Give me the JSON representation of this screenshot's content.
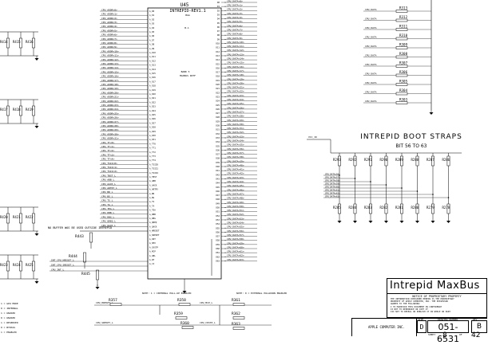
{
  "chip": {
    "refdes": "U45",
    "part": "INTREPID-REV1.1",
    "package": "BGA",
    "center_ref": "B-1",
    "bank_label": "BANK 5",
    "bank_sub": "MAXBUS INTF",
    "pins_left": [
      "A_D0",
      "A_D1",
      "A_D2",
      "A_D3",
      "A_D4",
      "A_D5",
      "A_D6",
      "A_D7",
      "A_D8",
      "A_D9",
      "A_D10",
      "A_D11",
      "A_D12",
      "A_D13",
      "A_D14",
      "A_D15",
      "A_D16",
      "A_D17",
      "A_D18",
      "A_D19",
      "A_D20",
      "A_D21",
      "A_D22",
      "A_D23",
      "A_D24",
      "A_D25",
      "A_D26",
      "A_D27",
      "A_D28",
      "A_D29",
      "A_D30",
      "A_D31",
      "A_TT0",
      "A_TT1",
      "A_TT2",
      "A_TT3",
      "A_TT4",
      "A_TSIZ0",
      "A_TSIZ1",
      "A_TSIZ2",
      "A_TBST",
      "A_ABB",
      "A_AACK",
      "A_ARTRY",
      "A_BR",
      "A_BG",
      "A_TS",
      "A_TA",
      "A_TEA",
      "A_DBB",
      "A_DBG",
      "A_QREQ",
      "A_QACK",
      "A_HRESET",
      "A_SRESET",
      "A_INT",
      "A_SMI",
      "A_CKSTP",
      "A_MCP",
      "A_GBL",
      "A_WT",
      "A_CI"
    ],
    "pins_right": [
      "D0",
      "D1",
      "D2",
      "D3",
      "D4",
      "D5",
      "D6",
      "D7",
      "D8",
      "D9",
      "D10",
      "D11",
      "D12",
      "D13",
      "D14",
      "D15",
      "D16",
      "D17",
      "D18",
      "D19",
      "D20",
      "D21",
      "D22",
      "D23",
      "D24",
      "D25",
      "D26",
      "D27",
      "D28",
      "D29",
      "D30",
      "D31",
      "D32",
      "D33",
      "D34",
      "D35",
      "D36",
      "D37",
      "D38",
      "D39",
      "D40",
      "D41",
      "D42",
      "D43",
      "D44",
      "D45",
      "D46",
      "D47",
      "D48",
      "D49",
      "D50",
      "D51",
      "D52",
      "D53",
      "D54",
      "D55",
      "D56",
      "D57",
      "D58",
      "D59",
      "D60",
      "D61",
      "D62",
      "D63"
    ]
  },
  "left_net_labels": [
    "CPU_ADDR<0>",
    "CPU_ADDR<1>",
    "CPU_ADDR<2>",
    "CPU_ADDR<3>",
    "CPU_ADDR<4>",
    "CPU_ADDR<5>",
    "CPU_ADDR<6>",
    "CPU_ADDR<7>",
    "CPU_ADDR<8>",
    "CPU_ADDR<9>",
    "CPU_ADDR<10>",
    "CPU_ADDR<11>",
    "CPU_ADDR<12>",
    "CPU_ADDR<13>",
    "CPU_ADDR<14>",
    "CPU_ADDR<15>",
    "CPU_ADDR<16>",
    "CPU_ADDR<17>",
    "CPU_ADDR<18>",
    "CPU_ADDR<19>",
    "CPU_ADDR<20>",
    "CPU_ADDR<21>",
    "CPU_ADDR<22>",
    "CPU_ADDR<23>",
    "CPU_ADDR<24>",
    "CPU_ADDR<25>",
    "CPU_ADDR<26>",
    "CPU_ADDR<27>",
    "CPU_ADDR<28>",
    "CPU_ADDR<29>",
    "CPU_ADDR<30>",
    "CPU_ADDR<31>",
    "CPU_TT<0>",
    "CPU_TT<1>",
    "CPU_TT<2>",
    "CPU_TT<3>",
    "CPU_TT<4>",
    "CPU_TSIZ<0>",
    "CPU_TSIZ<1>",
    "CPU_TSIZ<2>",
    "CPU_TBST_L",
    "CPU_ABB_L",
    "CPU_AACK_L",
    "CPU_ARTRY_L",
    "CPU_BR_L",
    "CPU_BG_L",
    "CPU_TS_L",
    "CPU_TA_L",
    "CPU_TEA_L",
    "CPU_DBB_L",
    "CPU_DBG_L",
    "CPU_QREQ_L",
    "CPU_QACK_L"
  ],
  "right_net_labels": [
    "CPU_DATA<0>",
    "CPU_DATA<1>",
    "CPU_DATA<2>",
    "CPU_DATA<3>",
    "CPU_DATA<4>",
    "CPU_DATA<5>",
    "CPU_DATA<6>",
    "CPU_DATA<7>",
    "CPU_DATA<8>",
    "CPU_DATA<9>",
    "CPU_DATA<10>",
    "CPU_DATA<11>",
    "CPU_DATA<12>",
    "CPU_DATA<13>",
    "CPU_DATA<14>",
    "CPU_DATA<15>",
    "CPU_DATA<16>",
    "CPU_DATA<17>",
    "CPU_DATA<18>",
    "CPU_DATA<19>",
    "CPU_DATA<20>",
    "CPU_DATA<21>",
    "CPU_DATA<22>",
    "CPU_DATA<23>",
    "CPU_DATA<24>",
    "CPU_DATA<25>",
    "CPU_DATA<26>",
    "CPU_DATA<27>",
    "CPU_DATA<28>",
    "CPU_DATA<29>",
    "CPU_DATA<30>",
    "CPU_DATA<31>",
    "CPU_DATA<32>",
    "CPU_DATA<33>",
    "CPU_DATA<34>",
    "CPU_DATA<35>",
    "CPU_DATA<36>",
    "CPU_DATA<37>",
    "CPU_DATA<38>",
    "CPU_DATA<39>",
    "CPU_DATA<40>",
    "CPU_DATA<41>",
    "CPU_DATA<42>",
    "CPU_DATA<43>",
    "CPU_DATA<44>",
    "CPU_DATA<45>",
    "CPU_DATA<46>",
    "CPU_DATA<47>",
    "CPU_DATA<48>",
    "CPU_DATA<49>",
    "CPU_DATA<50>",
    "CPU_DATA<51>",
    "CPU_DATA<52>",
    "CPU_DATA<53>",
    "CPU_DATA<54>",
    "CPU_DATA<55>",
    "CPU_DATA<56>",
    "CPU_DATA<57>",
    "CPU_DATA<58>",
    "CPU_DATA<59>",
    "CPU_DATA<60>",
    "CPU_DATA<61>",
    "CPU_DATA<62>",
    "CPU_DATA<63>"
  ],
  "top_right_resistors": [
    "R313",
    "R312",
    "R311",
    "R310",
    "R309",
    "R308",
    "R307",
    "R306",
    "R305",
    "R304",
    "R303"
  ],
  "boot_straps": {
    "title": "INTREPID BOOT STRAPS",
    "subtitle": "BIT 56 TO 63",
    "top_row": [
      "R293",
      "R292",
      "R291",
      "R290",
      "R289",
      "R288",
      "R287",
      "R286"
    ],
    "bottom_row": [
      "R285",
      "R284",
      "R283",
      "R282",
      "R281",
      "R280",
      "R279",
      "R278"
    ],
    "strap_nets": [
      "CPU_DATA<56>",
      "CPU_DATA<57>",
      "CPU_DATA<58>",
      "CPU_DATA<59>",
      "CPU_DATA<60>",
      "CPU_DATA<61>",
      "CPU_DATA<62>",
      "CPU_DATA<63>"
    ]
  },
  "left_resistors": [
    "R414",
    "R415",
    "R416",
    "R417",
    "R418",
    "R419",
    "R420",
    "R421",
    "R422",
    "R423",
    "R424",
    "R425"
  ],
  "lower_left_note": "NO BUFFER WAS BE USED OUTSIDE INTREPID",
  "lower_left_resistors": [
    "R443",
    "R444",
    "R445"
  ],
  "lower_left_nets": [
    "INT_CPU_HRESET_L",
    "INT_CPU_SRESET_L",
    "CPU_INT_L"
  ],
  "bottom_resistors": {
    "labels": [
      "R357",
      "R358",
      "R359",
      "R360",
      "R361",
      "R362",
      "R363"
    ],
    "notes": [
      "NOTE: 1 = INTERNAL PULL-UP ENABLED",
      "NOTE: 0 = EXTERNAL PULLDOWN ENABLED"
    ],
    "nets": [
      "CPU_HRESET_L",
      "CPU_SRESET_L",
      "CPU_MCP_L",
      "CPU_CKSTP_L"
    ]
  },
  "legend_left": [
    "1 = GPU MODE",
    "0 = INTERNAL",
    "1 = UNUSED",
    "0 = UNUSED",
    "1 = RESERVED",
    "0 = BYPASS",
    "1 = ENABLED"
  ],
  "title_block": {
    "title": "Intrepid MaxBus",
    "notice_heading": "NOTICE OF PROPRIETARY PROPERTY",
    "notice_lines": [
      "THE INFORMATION CONTAINED HEREIN IS THE PROPRIETARY",
      "PROPERTY OF APPLE COMPUTER, INC. THE POSSESSOR",
      "AGREES TO THE FOLLOWING:",
      "I TO MAINTAIN THIS DOCUMENT IN CONFIDENCE",
      "II NOT TO REPRODUCE OR COPY IT",
      "III NOT TO REVEAL OR PUBLISH IT IN WHOLE OR PART"
    ],
    "logo": "",
    "company": "APPLE COMPUTER INC.",
    "size_label": "SIZE",
    "size": "D",
    "dwg_label": "DRAWING NUMBER",
    "dwg_number": "051-6531",
    "rev_label": "REV.",
    "rev": "B",
    "sheet_label": "SHEET",
    "sheet": "8",
    "sheet_of": "OF",
    "sheet_total": "42"
  }
}
